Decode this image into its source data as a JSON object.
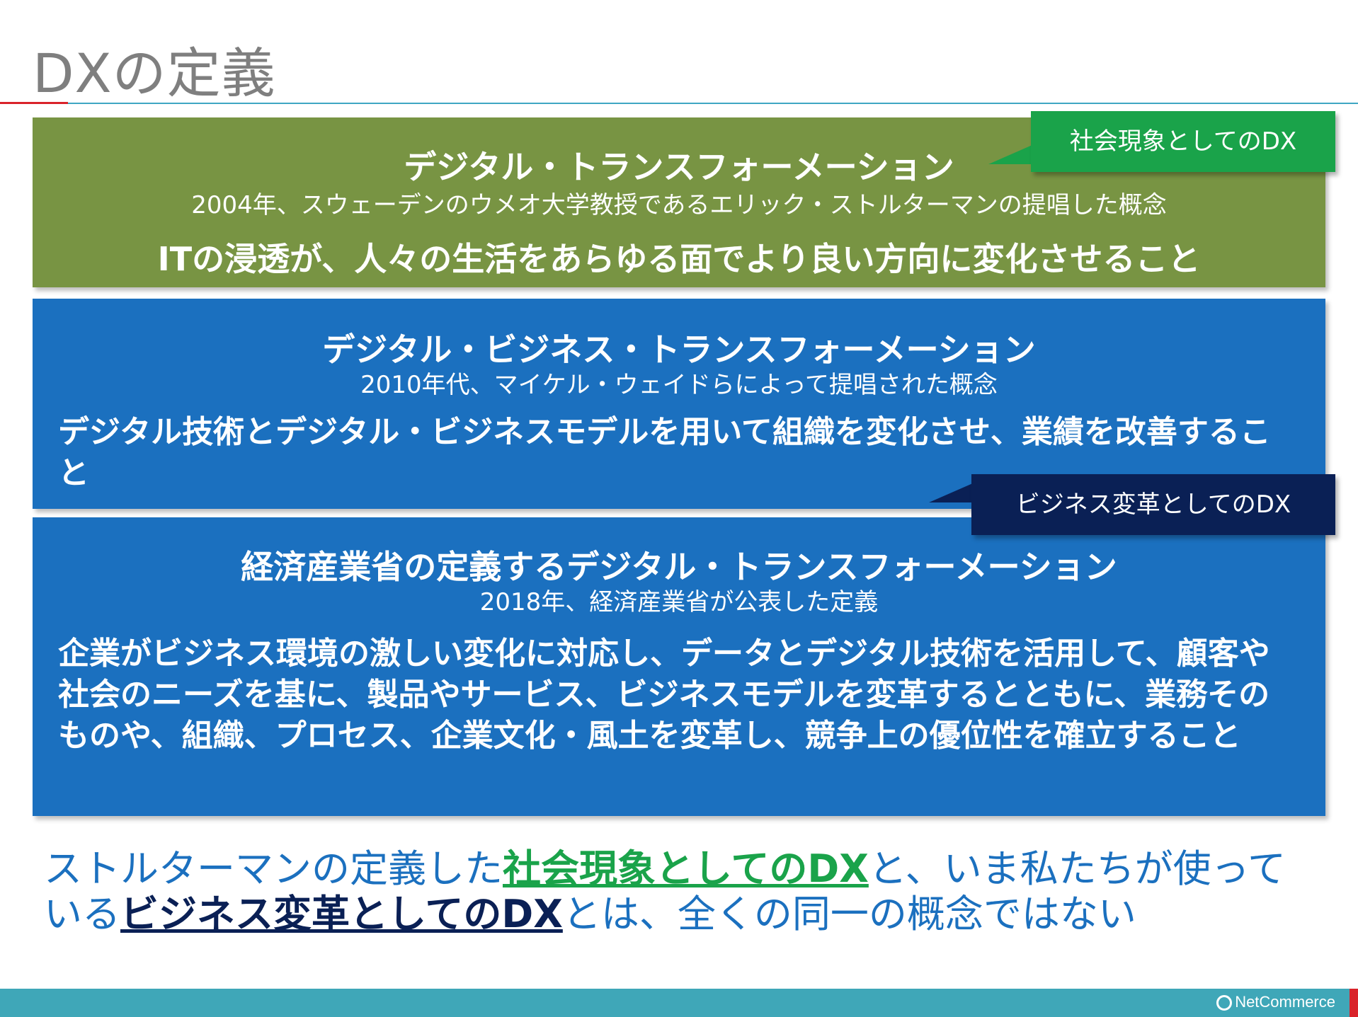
{
  "page": {
    "title": "DXの定義"
  },
  "box_social": {
    "heading": "デジタル・トランスフォーメーション",
    "sub": "2004年、スウェーデンのウメオ大学教授であるエリック・ストルターマンの提唱した概念",
    "definition": "ITの浸透が、人々の生活をあらゆる面でより良い方向に変化させること",
    "callout": "社会現象としてのDX"
  },
  "box_business": {
    "heading": "デジタル・ビジネス・トランスフォーメーション",
    "sub": "2010年代、マイケル・ウェイドらによって提唱された概念",
    "definition": "デジタル技術とデジタル・ビジネスモデルを用いて組織を変化させ、業績を改善すること",
    "callout": "ビジネス変革としてのDX"
  },
  "box_meti": {
    "heading": "経済産業省の定義するデジタル・トランスフォーメーション",
    "sub": "2018年、経済産業省が公表した定義",
    "definition": "企業がビジネス環境の激しい変化に対応し、データとデジタル技術を活用して、顧客や社会のニーズを基に、製品やサービス、ビジネスモデルを変革するとともに、業務そのものや、組織、プロセス、企業文化・風土を変革し、競争上の優位性を確立すること"
  },
  "conclusion": {
    "part1": "ストルターマンの定義した",
    "highlight1": "社会現象としてのDX",
    "part2": "と、いま私たちが使っている",
    "highlight2": "ビジネス変革としてのDX",
    "part3": "とは、全くの同一の概念ではない"
  },
  "footer": {
    "logo_text": "NetCommerce"
  },
  "colors": {
    "title_gray": "#7f7f7f",
    "green_box": "#789443",
    "blue_box": "#1b70bf",
    "callout_green": "#1aa34a",
    "callout_navy": "#0a2055",
    "footer_teal": "#3fa7b8",
    "accent_red": "#d9232a"
  }
}
